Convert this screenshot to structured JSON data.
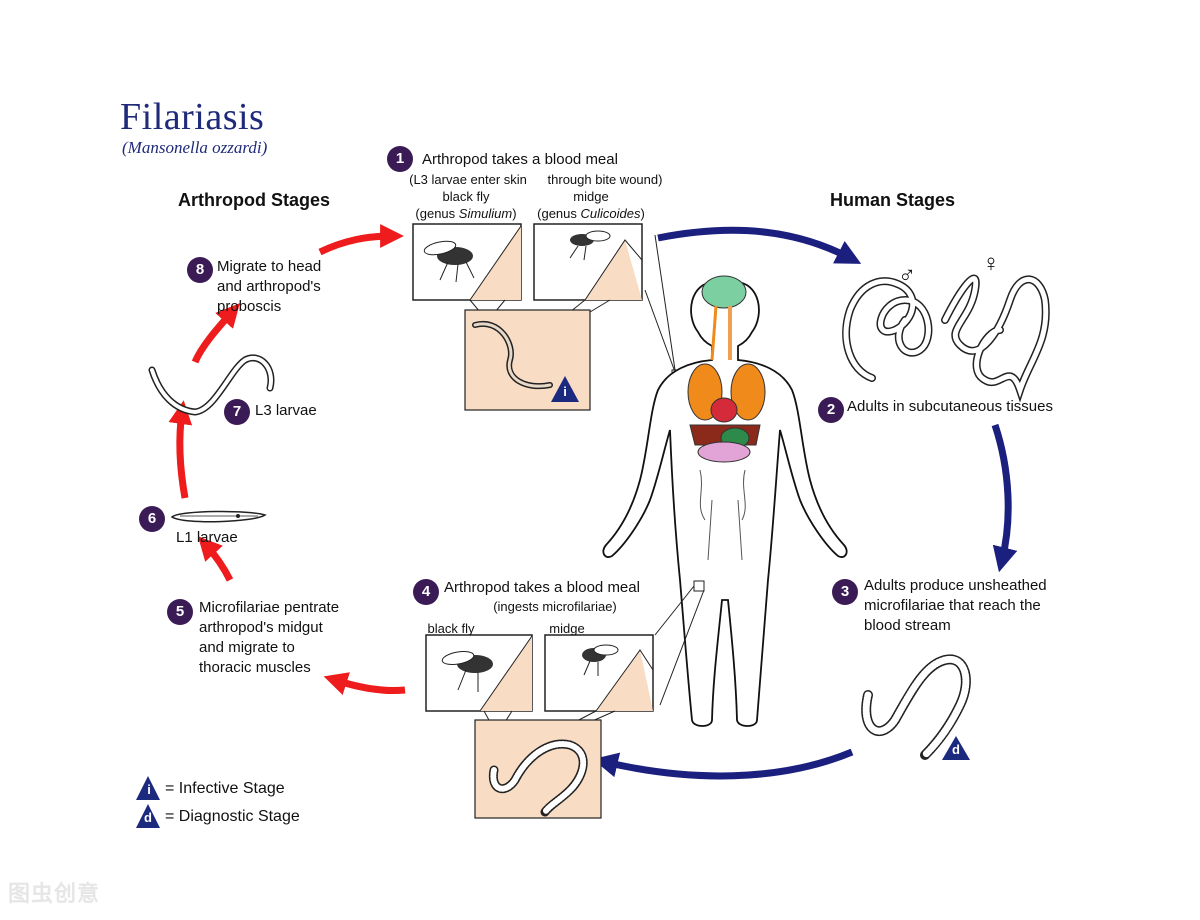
{
  "header": {
    "title": "Filariasis",
    "subtitle": "(Mansonella ozzardi)"
  },
  "sections": {
    "arthropod": "Arthropod Stages",
    "human": "Human Stages"
  },
  "stages": [
    {
      "num": "1",
      "text": "Arthropod takes a blood meal"
    },
    {
      "num": "2",
      "text": "Adults in subcutaneous tissues"
    },
    {
      "num": "3",
      "line1": "Adults produce unsheathed",
      "line2": "microfilariae that reach the",
      "line3": "blood stream"
    },
    {
      "num": "4",
      "text": "Arthropod takes a blood meal"
    },
    {
      "num": "5",
      "line1": "Microfilariae pentrate",
      "line2": "arthropod's midgut",
      "line3": "and migrate to",
      "line4": "thoracic muscles"
    },
    {
      "num": "6",
      "text": "L1 larvae"
    },
    {
      "num": "7",
      "text": "L3 larvae"
    },
    {
      "num": "8",
      "line1": "Migrate to head",
      "line2": "and arthropod's",
      "line3": "proboscis"
    }
  ],
  "stage1_details": {
    "note_left": "(L3 larvae enter skin",
    "note_right": "through bite wound)",
    "vector_left": "black fly",
    "genus_left_prefix": "(genus ",
    "genus_left_name": "Simulium",
    "genus_left_suffix": ")",
    "vector_right": "midge",
    "genus_right_prefix": "(genus ",
    "genus_right_name": "Culicoides",
    "genus_right_suffix": ")"
  },
  "stage4_details": {
    "note": "(ingests microfilariae)",
    "vector_left": "black fly",
    "vector_right": "midge"
  },
  "symbols": {
    "male": "♂",
    "female": "♀",
    "infective_badge": "i",
    "diagnostic_badge": "d"
  },
  "legend": {
    "infective": "= Infective Stage",
    "diagnostic": "= Diagnostic Stage"
  },
  "watermark": "图虫创意",
  "colors": {
    "title": "#1f2a7a",
    "arthropod_arrow": "#ee1c1c",
    "human_arrow": "#1b1f7e",
    "number_badge": "#3b1b56",
    "triangle_badge": "#1b2a7e",
    "inset_fill": "#f8dcc4"
  }
}
